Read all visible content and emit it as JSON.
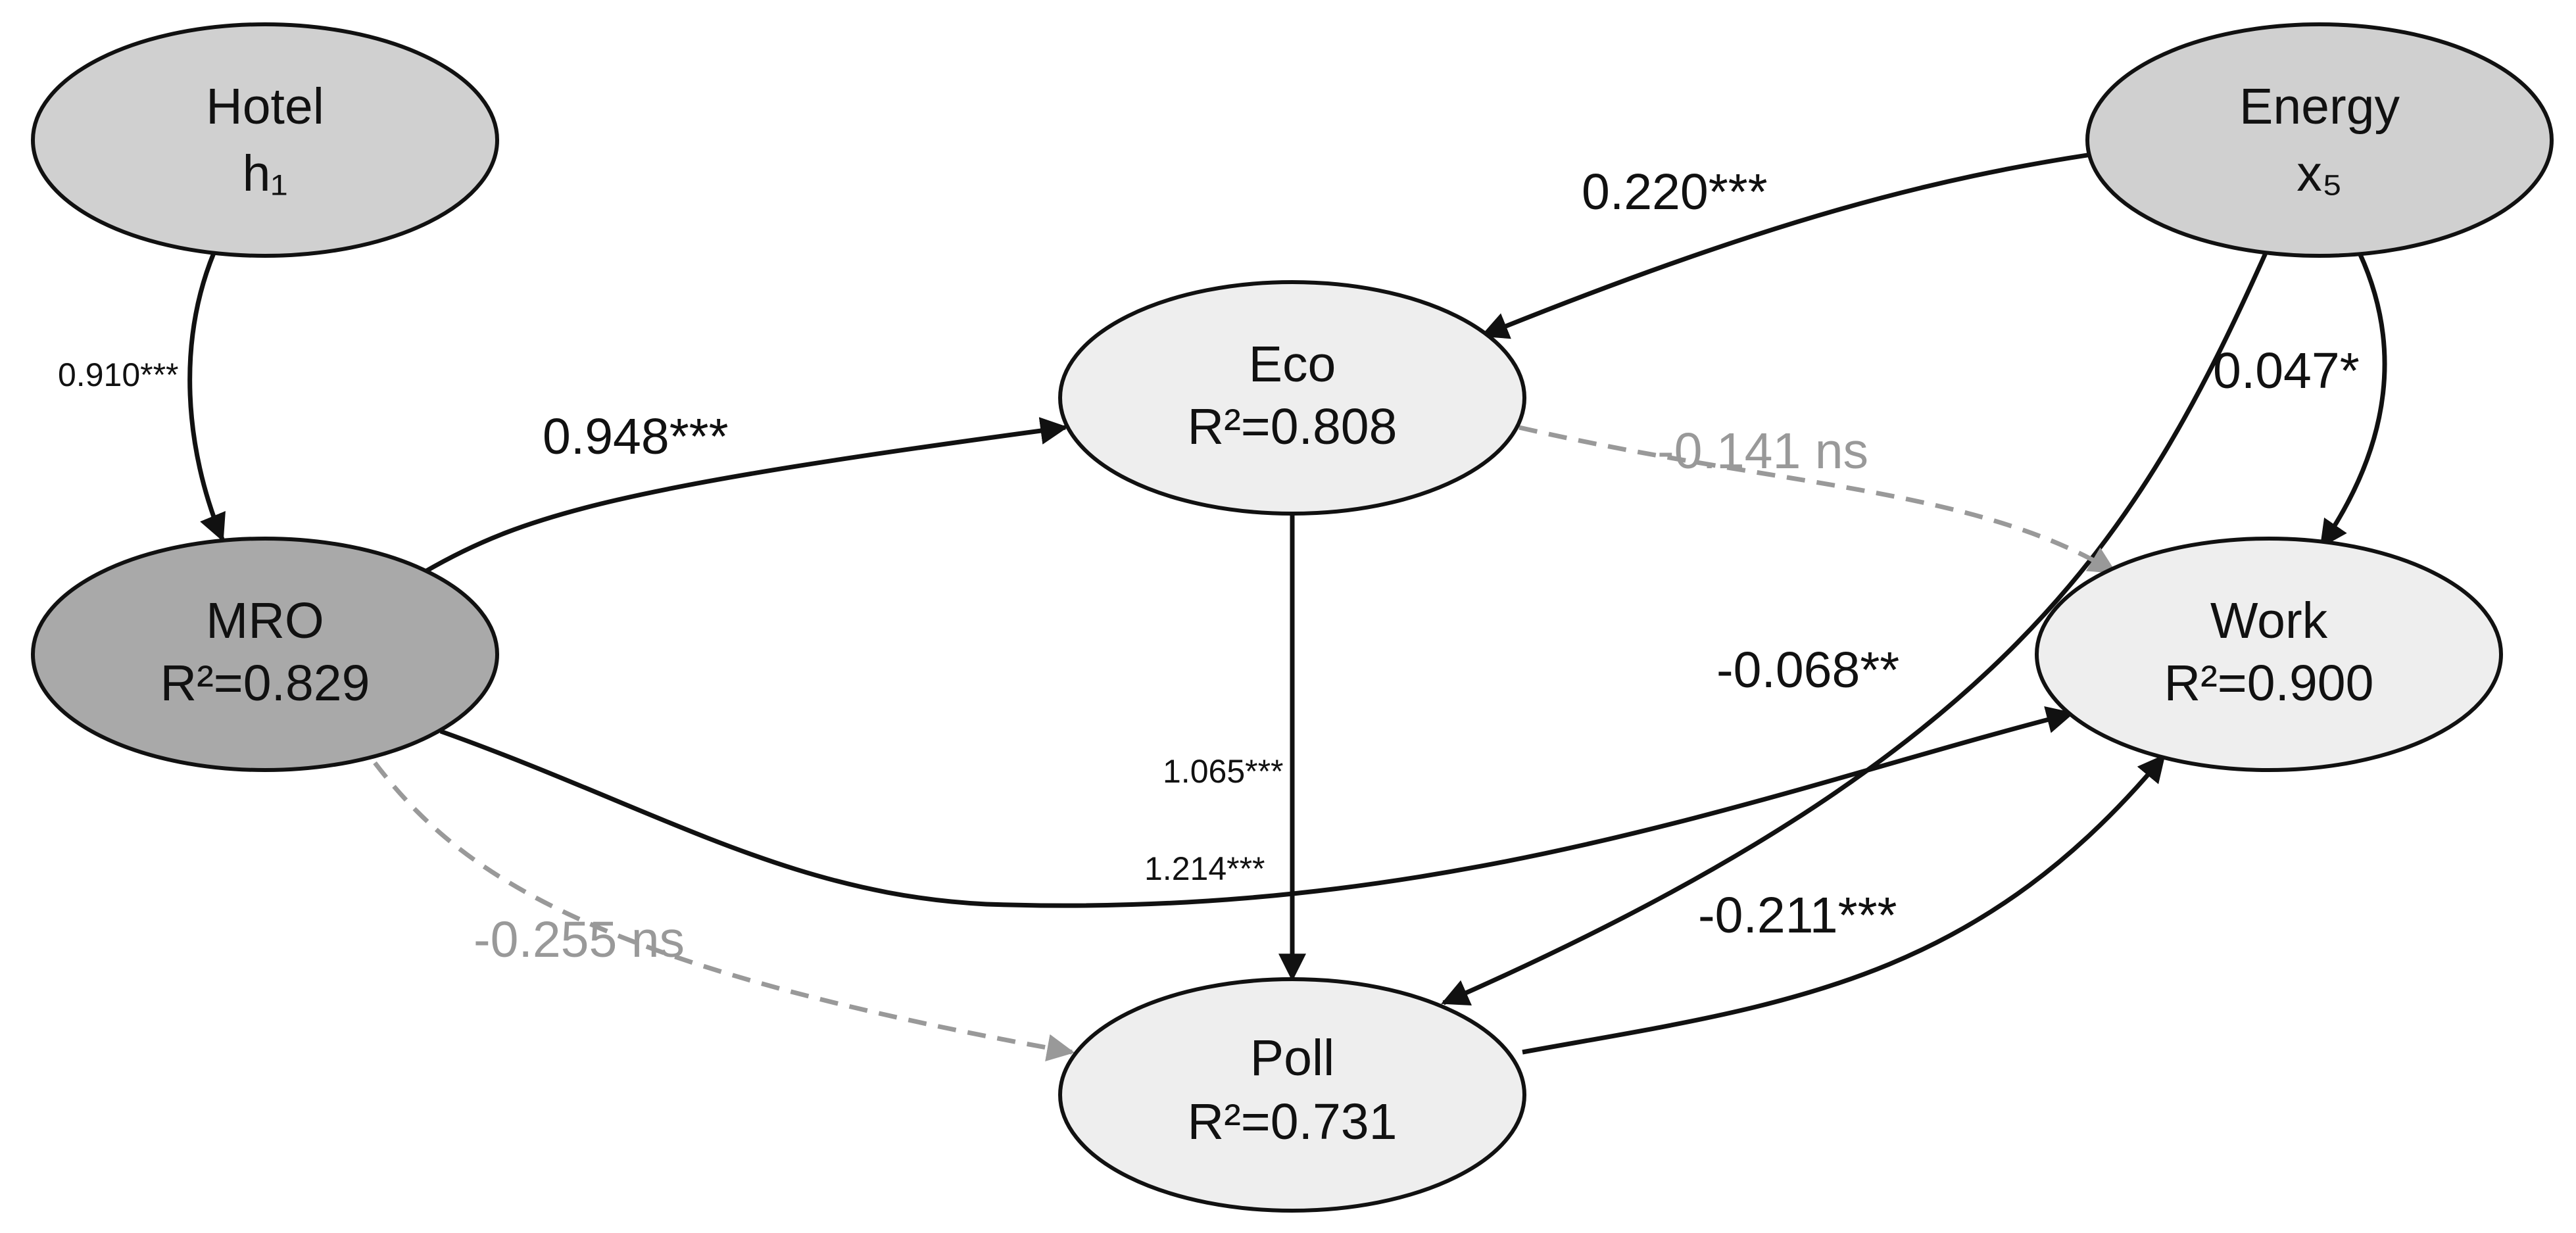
{
  "nodes": {
    "hotel": {
      "line1": "Hotel",
      "line2": "h₁",
      "fill": "#d0d0d0"
    },
    "energy": {
      "line1": "Energy",
      "line2": "x₅",
      "fill": "#d0d0d0"
    },
    "mro": {
      "line1": "MRO",
      "line2": "R²=0.829",
      "fill": "#a9a9a9"
    },
    "eco": {
      "line1": "Eco",
      "line2": "R²=0.808",
      "fill": "#eeeeee"
    },
    "work": {
      "line1": "Work",
      "line2": "R²=0.900",
      "fill": "#eeeeee"
    },
    "poll": {
      "line1": "Poll",
      "line2": "R²=0.731",
      "fill": "#eeeeee"
    }
  },
  "edges": {
    "hotel_mro": {
      "label": "0.910***",
      "significant": true
    },
    "mro_eco": {
      "label": "0.948***",
      "significant": true
    },
    "energy_eco": {
      "label": "0.220***",
      "significant": true
    },
    "energy_work": {
      "label": "0.047*",
      "significant": true
    },
    "energy_poll": {
      "label": "-0.068**",
      "significant": true
    },
    "eco_work": {
      "label": "-0.141 ns",
      "significant": false
    },
    "eco_poll": {
      "label": "1.065***",
      "significant": true
    },
    "mro_work": {
      "label": "1.214***",
      "significant": true
    },
    "mro_poll": {
      "label": "-0.255 ns",
      "significant": false
    },
    "poll_work": {
      "label": "-0.211***",
      "significant": true
    }
  },
  "colors": {
    "significant": "#111111",
    "not_significant": "#999999",
    "node_stroke": "#111111"
  }
}
